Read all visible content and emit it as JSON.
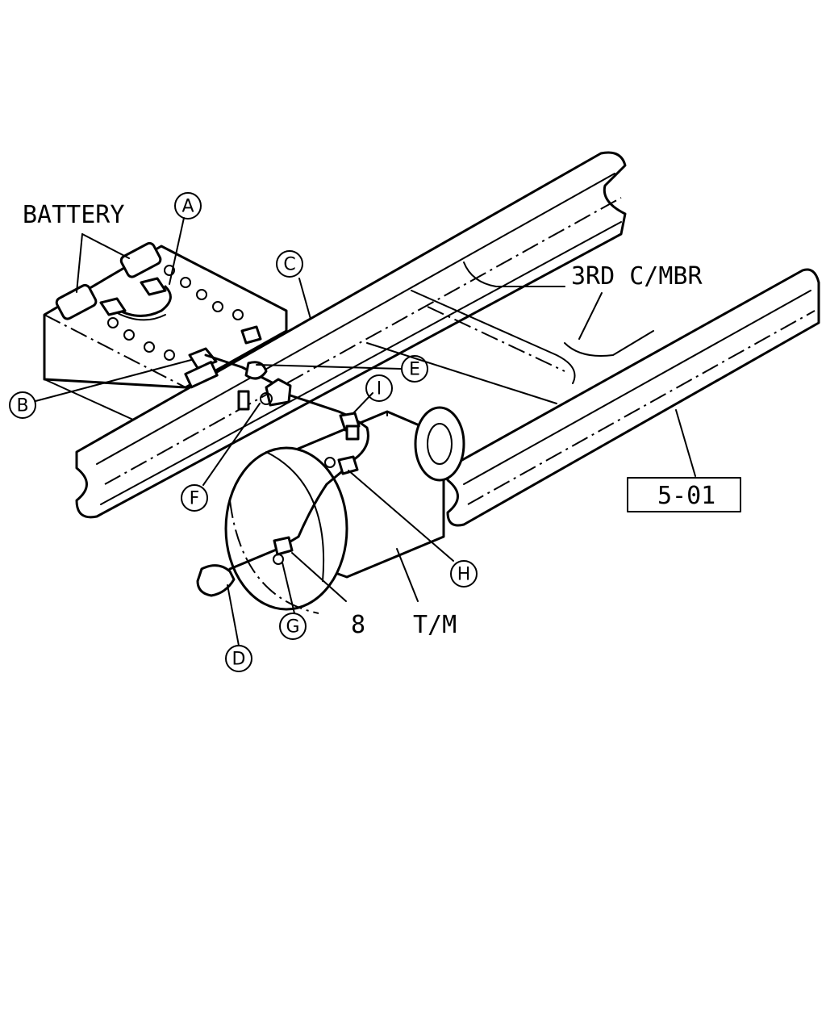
{
  "labels": {
    "battery": "BATTERY",
    "crossmember": "3RD C/MBR",
    "transmission": "T/M",
    "part_number": "8",
    "ref_box": "5-01"
  },
  "callouts": {
    "a": "A",
    "b": "B",
    "c": "C",
    "d": "D",
    "e": "E",
    "f": "F",
    "g": "G",
    "h": "H",
    "i": "I"
  }
}
